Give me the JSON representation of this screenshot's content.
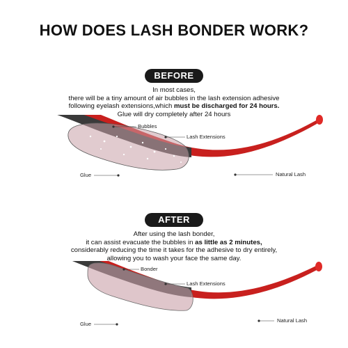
{
  "title": "HOW DOES LASH BONDER WORK?",
  "before": {
    "badge": "BEFORE",
    "text": {
      "line1": "In most cases,",
      "line2": "there will be a tiny amount of air bubbles in the lash extension adhesive",
      "line3_start": "following eyelash extensions,which ",
      "line3_bold": "must be discharged for 24 hours.",
      "line4": "Glue will dry completely after 24 hours"
    },
    "labels": {
      "bubbles": "Bubbles",
      "lash_extensions": "Lash Extensions",
      "glue": "Glue",
      "natural_lash": "Natural Lash"
    }
  },
  "after": {
    "badge": "AFTER",
    "text": {
      "line1": "After using the lash bonder,",
      "line2_start": "it can assist evacuate the bubbles in ",
      "line2_bold": "as little as 2 minutes,",
      "line3": "considerably reducing the time it takes for the adhesive to dry entirely,",
      "line4": "allowing you to wash your face the same day."
    },
    "labels": {
      "bonder": "Bonder",
      "lash_extensions": "Lash Extensions",
      "glue": "Glue",
      "natural_lash": "Natural Lash"
    }
  },
  "colors": {
    "natural_lash": "#c8201e",
    "extension": "#3a3a3a",
    "badge": "#1a1a1a"
  }
}
